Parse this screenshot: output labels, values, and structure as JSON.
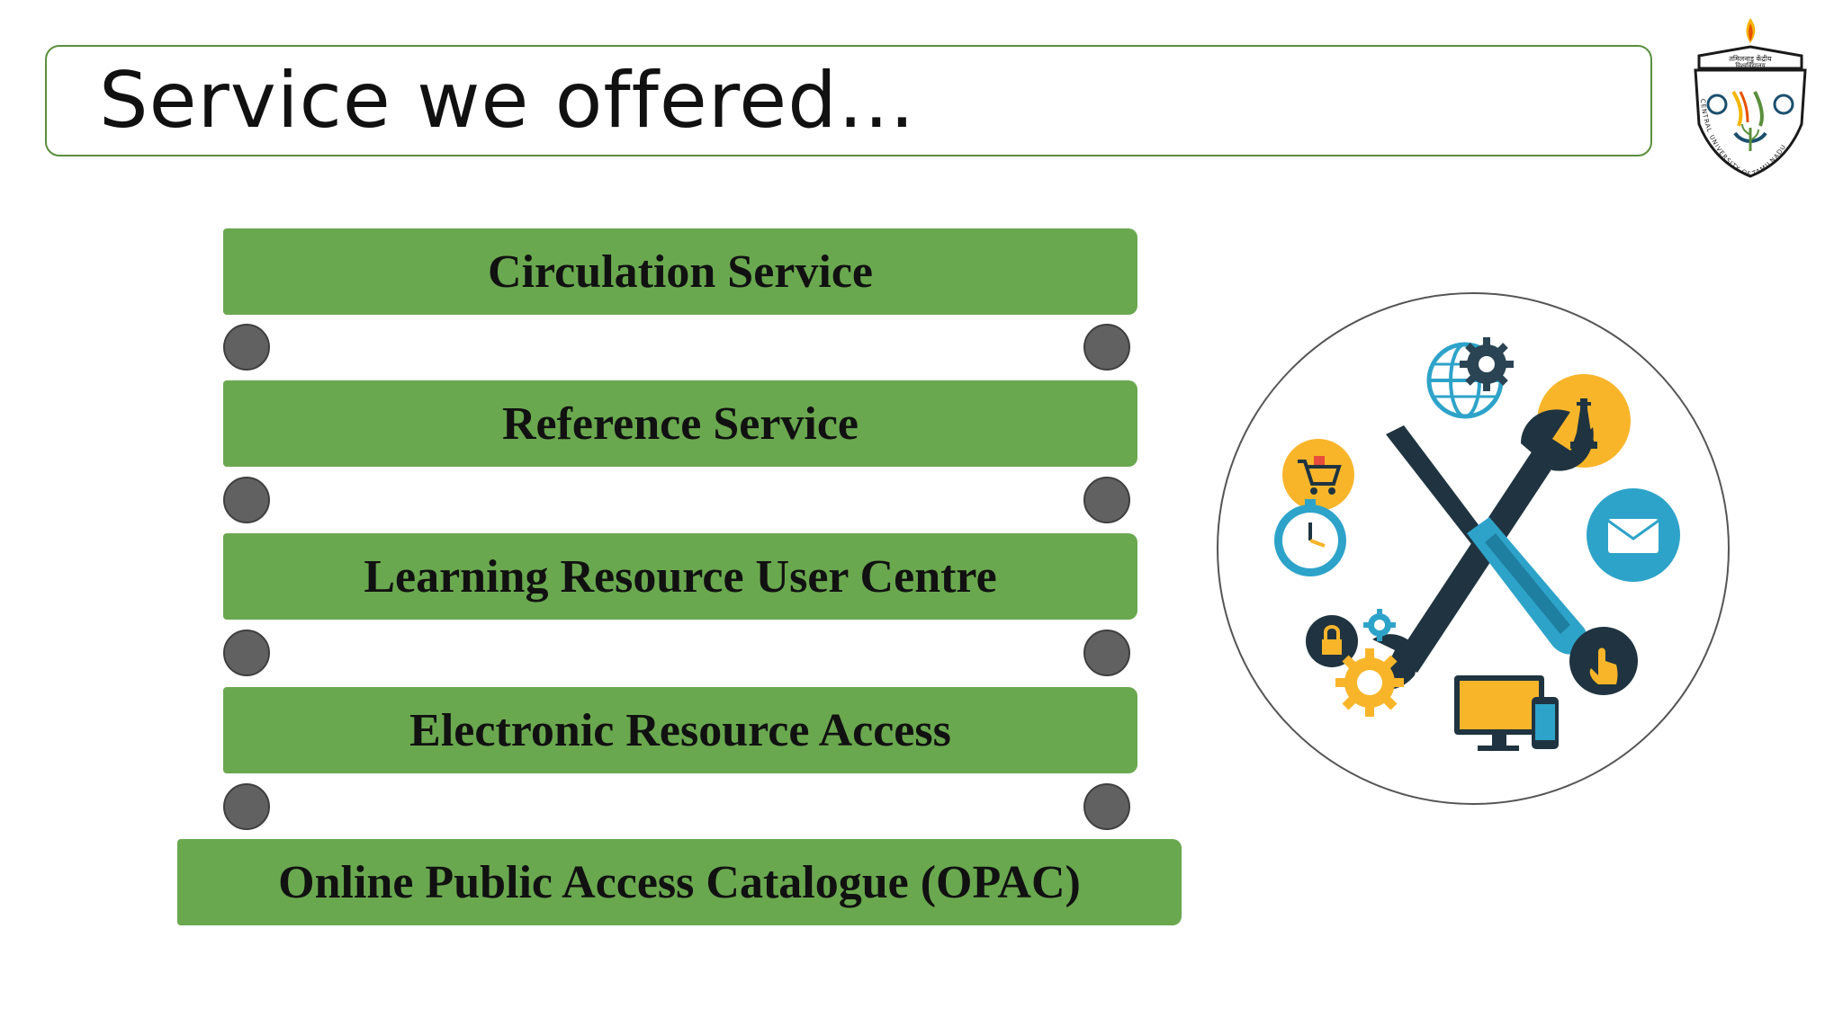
{
  "slide": {
    "title": "Service we offered…",
    "accent_color": "#6aa84f",
    "connector_color": "#616161"
  },
  "logo": {
    "name": "university-seal",
    "top_text": "तमिलनाडु केंद्रीय",
    "top_text_2": "विश्वविद्यालय",
    "ring_text": "CENTRAL UNIVERSITY OF TAMILNADU"
  },
  "services": [
    {
      "label": "Circulation Service"
    },
    {
      "label": "Reference Service"
    },
    {
      "label": "Learning Resource User Centre"
    },
    {
      "label": "Electronic Resource Access"
    },
    {
      "label": "Online Public Access Catalogue (OPAC)"
    }
  ],
  "illustration": {
    "name": "tools-and-services-icons",
    "icons": [
      "globe-gear-icon",
      "chess-king-icon",
      "shopping-cart-icon",
      "clock-icon",
      "wrench-icon",
      "screwdriver-icon",
      "email-icon",
      "lock-icon",
      "gear-icon",
      "touch-icon",
      "monitor-phone-icon"
    ]
  }
}
